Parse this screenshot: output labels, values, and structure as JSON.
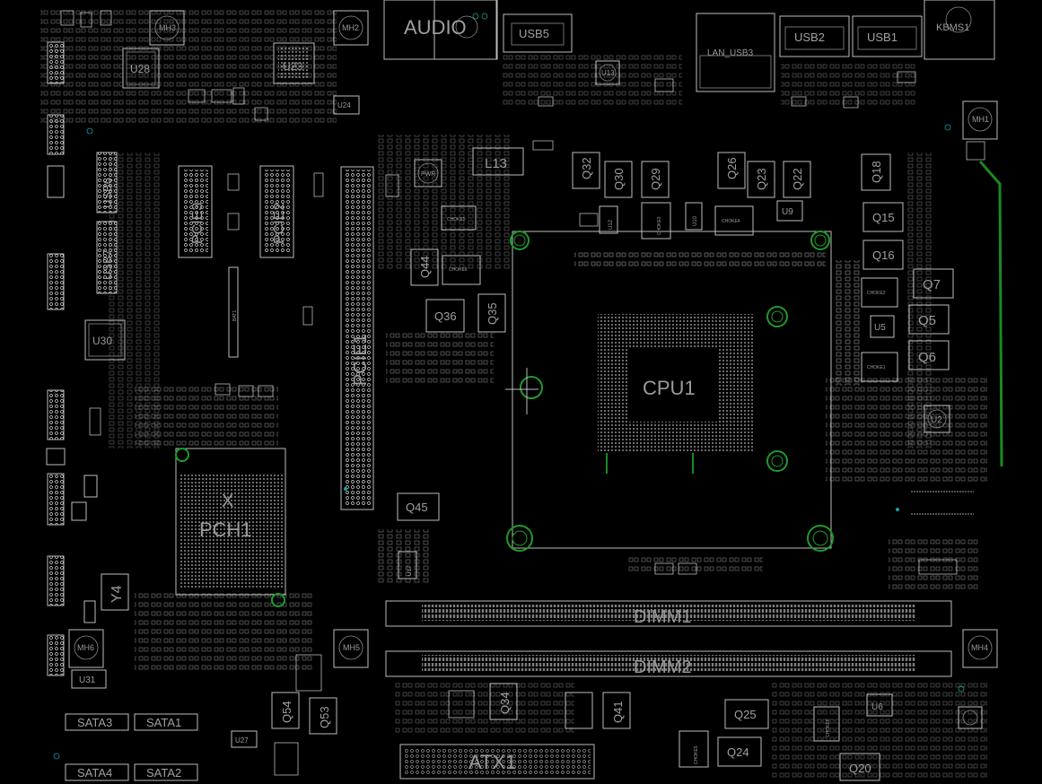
{
  "labels": {
    "audio": "AUDIO",
    "usb5": "USB5",
    "lan": "LAN_USB3",
    "usb2": "USB2",
    "usb1": "USB1",
    "kbms": "KBMS1",
    "mh1": "MH1",
    "mh2": "MH2",
    "mh3": "MH3",
    "mh4": "MH4",
    "mh5": "MH5",
    "mh6": "MH6",
    "u28": "U28",
    "u23": "U23",
    "u24": "U24",
    "u13": "U13",
    "u30": "U30",
    "u31": "U31",
    "u27": "U27",
    "u9": "U9",
    "u5": "U5",
    "u6": "U6",
    "u2": "U2",
    "u17": "U17",
    "u12": "U12",
    "u10": "U10",
    "l13": "L13",
    "pwr": "PWR",
    "usb6": "USB6",
    "usb7": "USB7",
    "pcie3": "PCIE3",
    "pcie2": "PCIE2",
    "pcie1": "PCIE1",
    "cpu1": "CPU1",
    "pch1": "PCH1",
    "y4": "Y4",
    "q32": "Q32",
    "q30": "Q30",
    "q29": "Q29",
    "q26": "Q26",
    "q23": "Q23",
    "q22": "Q22",
    "q18": "Q18",
    "q15": "Q15",
    "q16": "Q16",
    "q7": "Q7",
    "q5": "Q5",
    "q6": "Q6",
    "q44": "Q44",
    "q36": "Q36",
    "q35": "Q35",
    "q45": "Q45",
    "q54": "Q54",
    "q53": "Q53",
    "q34": "Q34",
    "q41": "Q41",
    "q25": "Q25",
    "q24": "Q24",
    "q20": "Q20",
    "choke1": "CHOKE1",
    "choke2": "CHOKE2",
    "choke3": "CHOKE3",
    "choke4": "CHOKE4",
    "choke5": "CHOKE5",
    "choke6": "CHOKE6",
    "choke8": "CHOKE8",
    "choke9": "CHOKE9",
    "dimm1": "DIMM1",
    "dimm2": "DIMM2",
    "atx1": "ATX1",
    "sata1": "SATA1",
    "sata2": "SATA2",
    "sata3": "SATA3",
    "sata4": "SATA4",
    "bat1": "BAT1"
  }
}
